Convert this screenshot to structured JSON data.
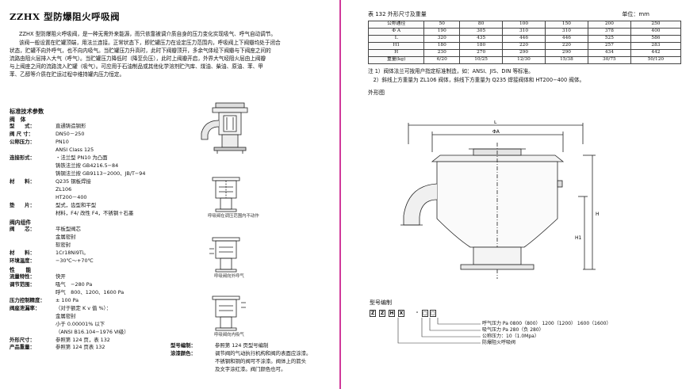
{
  "left": {
    "title": "ZZHX 型防爆阻火呼吸阀",
    "intro": [
      "ZZHX 型防爆阻火呼吸阀，是一种无需外来能源，而只依靠被调介质自身的压力变化实现吸气、呼气自动调节。",
      "该阀一般设置在贮罐顶端，用法兰连接。正常状态下，即贮罐压力在设定压力范围内，呼吸阀上下阀瓣均处于闭合",
      "状态，贮罐不向外呼气，也不向内吸气。当贮罐压力升高时，此时下阀瓣顶开，多余气体经下阀瓣与下阀座之间的",
      "流路由阻火层排入大气（呼气）。当贮罐压力降低时（降至负压），此时上阀瓣开启，外界大气经阻火层由上阀瓣",
      "与上阀座之间的流路流入贮罐（吸气）。可应用于石油制品或其他化学溶剂贮汽库、煤油、柴油、原油、苯、甲",
      "苯、乙醇等介质在贮运过程中维持罐内压力恒定。"
    ],
    "spec_title": "标准技术参数",
    "groups": [
      {
        "head": "阀　体",
        "rows": [
          {
            "k": "型　　式：",
            "v": "直通铸造钢形"
          },
          {
            "k": "阀 尺 寸：",
            "v": "DN50－250"
          },
          {
            "k": "公称压力：",
            "v": "PN10"
          },
          {
            "k": "",
            "v": "ANSI Class 125"
          },
          {
            "k": "连接形式：",
            "v": "・法兰型 PN10 为凸面"
          },
          {
            "k": "",
            "v": "铸铁法兰按 GB4216.5−84"
          },
          {
            "k": "",
            "v": "铸钢法兰按 GB9113−2000、JB/T−94"
          },
          {
            "k": "材　　料：",
            "v": "Q235 钢板焊接"
          },
          {
            "k": "",
            "v": "ZL106"
          },
          {
            "k": "",
            "v": "HT200－400"
          },
          {
            "k": "垫　　片：",
            "v": "型式，齿型和平型"
          },
          {
            "k": "",
            "v": "材料，F4/ 改性 F4，不锈钢＋石墨"
          }
        ]
      },
      {
        "head": "阀内组件",
        "rows": [
          {
            "k": "阀　　芯：",
            "v": "平板型阀芯"
          },
          {
            "k": "",
            "v": "金属密封"
          },
          {
            "k": "",
            "v": "软密封"
          },
          {
            "k": "材　　料：",
            "v": "1Cr18Ni9Ti。"
          },
          {
            "k": "环境温度：",
            "v": "−30℃～+70℃"
          }
        ]
      },
      {
        "head": "性　　能",
        "rows": [
          {
            "k": "流量特性：",
            "v": "快开"
          },
          {
            "k": "调节范围：",
            "v": "吸气　−280 Pa"
          },
          {
            "k": "",
            "v": "呼气　800、1200、1600 Pa"
          },
          {
            "k": "压力控制精度：",
            "v": "± 100 Pa"
          },
          {
            "k": "阀座泄漏率：",
            "v": "（对于额定 K v 值 %）："
          },
          {
            "k": "",
            "v": "金属密封"
          },
          {
            "k": "",
            "v": "小于 0.00001% 以下"
          },
          {
            "k": "",
            "v": "（ANSI B16.104−1976 Ⅵ级）"
          },
          {
            "k": "外形尺寸：",
            "v": "参照第 124 页，表 132"
          },
          {
            "k": "产品重量：",
            "v": "参照第 124 页表 132"
          }
        ]
      }
    ],
    "captions": [
      "呼吸阀在调压范围内不动作",
      "呼吸阀向外呼气",
      "呼吸阀向内吸气"
    ],
    "bottom_notes": [
      {
        "k": "型号编制：",
        "v": "参照第 124 页型号编制"
      },
      {
        "k": "涂漆颜色：",
        "v": "调节阀的气动执行机构和阀的表面应涂漆。"
      },
      {
        "k": "",
        "v": "不锈钢和铜的阀可不涂漆。阀体上的箭头"
      },
      {
        "k": "",
        "v": "及文字涂红漆。阀门颜色也可。"
      }
    ]
  },
  "right": {
    "table_title": "表 132 外形尺寸及重量",
    "table_unit": "单位：mm",
    "table": {
      "rows": [
        [
          "公称通径",
          "50",
          "80",
          "100",
          "150",
          "200",
          "250"
        ],
        [
          "Φ A",
          "190",
          "305",
          "310",
          "310",
          "378",
          "400"
        ],
        [
          "L",
          "320",
          "435",
          "446",
          "446",
          "525",
          "586"
        ],
        [
          "H1",
          "180",
          "180",
          "220",
          "220",
          "257",
          "283"
        ],
        [
          "H",
          "230",
          "270",
          "290",
          "290",
          "434",
          "442"
        ],
        [
          "重量(kg)",
          "6/20",
          "10/25",
          "12/30",
          "15/38",
          "30/75",
          "50/120"
        ]
      ]
    },
    "notes": [
      "注 1）阀体法兰可按用户指定标准制造，如：ANSI、JIS、DIN 等标准。",
      "　2）斜线上方重量为 ZL106 阀体，斜线下方重量为 Q235 焊接阀体和 HT200−400 阀体。"
    ],
    "outline_title": "外形图",
    "dims": {
      "L": "L",
      "A": "ΦA",
      "H": "H",
      "H1": "H1"
    },
    "model_title": "型号编制",
    "model_letters": [
      "Z",
      "Z",
      "H",
      "X",
      "-",
      "□",
      "□"
    ],
    "model_lines": [
      "呼气压力 Pa  0800（800） 1200（1200） 1600（1600）",
      "吸气压力 Pa  280（负 280）",
      "公称压力：10（1.0Mpa）",
      "防爆阻火呼吸阀"
    ]
  }
}
